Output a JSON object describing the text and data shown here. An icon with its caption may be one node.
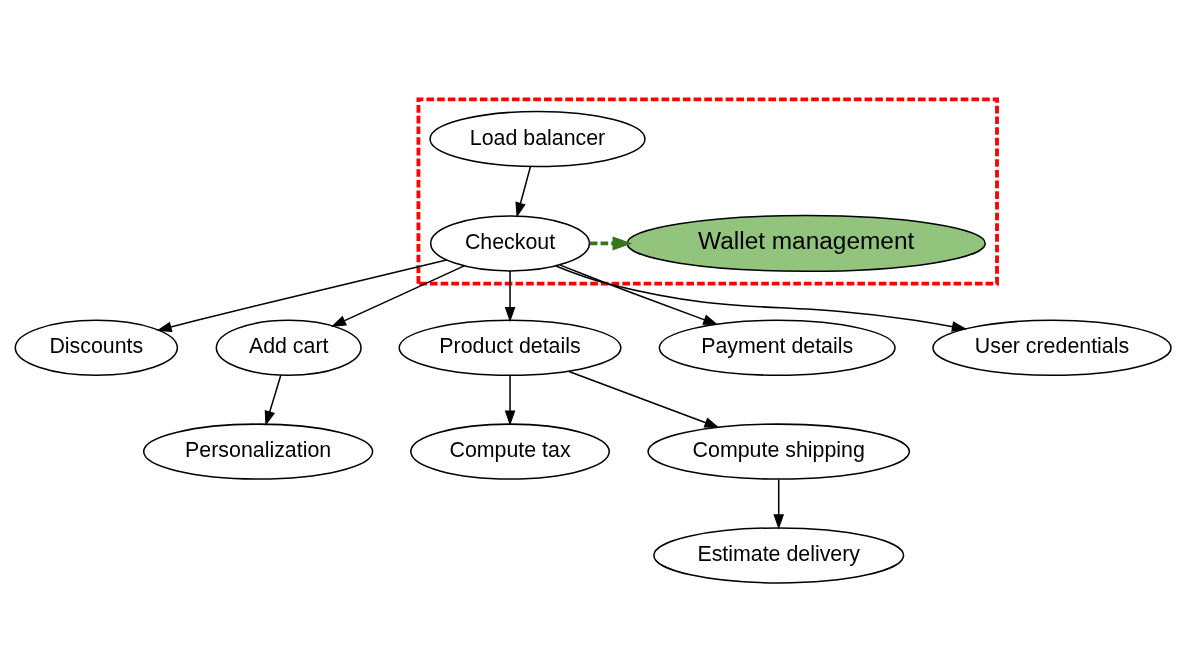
{
  "diagram": {
    "nodes": [
      {
        "text": [],
        "shape": "box"
      },
      {
        "text": [
          "Load balancer"
        ],
        "in": 0
      },
      {
        "text": [
          "Checkout"
        ],
        "in": 0
      },
      {
        "text": [
          "Wallet management"
        ],
        "in": 0
      },
      {
        "text": [
          "Discounts"
        ]
      },
      {
        "text": [
          "Add cart"
        ]
      },
      {
        "text": [
          "Product details"
        ]
      },
      {
        "text": [
          "Payment details"
        ]
      },
      {
        "text": [
          "User credentials"
        ]
      },
      {
        "text": [
          "Compute tax"
        ]
      },
      {
        "text": [
          "Compute shipping"
        ]
      },
      {
        "text": [
          "Personalization"
        ]
      },
      {
        "text": [
          "Estimate delivery"
        ]
      }
    ],
    "edges": [
      {
        "from": 1,
        "to": 2,
        "arrow": "to"
      },
      {
        "from": 2,
        "to": 3,
        "arrow": "to",
        "style": "dashed",
        "color": "#38761d"
      },
      {
        "from": 2,
        "to": 4,
        "arrow": "to"
      },
      {
        "from": 2,
        "to": 5,
        "arrow": "to"
      },
      {
        "from": 2,
        "to": 6,
        "arrow": "to"
      },
      {
        "from": 2,
        "to": 7,
        "arrow": "to"
      },
      {
        "from": 2,
        "to": 8,
        "arrow": "to"
      },
      {
        "from": 5,
        "to": 11,
        "arrow": "to"
      },
      {
        "from": 6,
        "to": 9,
        "arrow": "to"
      },
      {
        "from": 6,
        "to": 10,
        "arrow": "to"
      },
      {
        "from": 10,
        "to": 12,
        "arrow": "to"
      }
    ]
  }
}
